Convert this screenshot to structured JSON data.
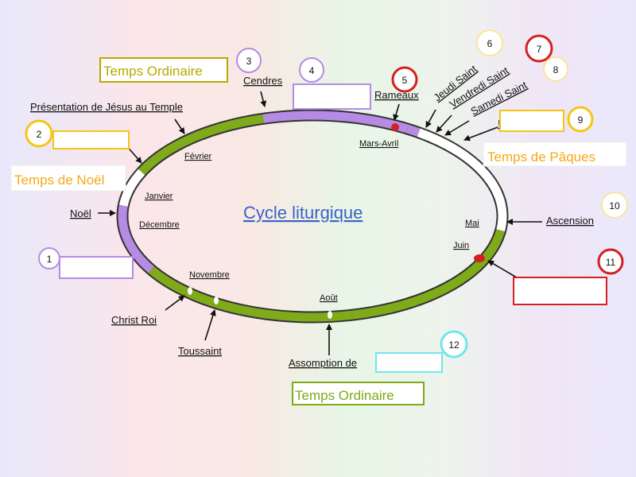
{
  "title": "Cycle liturgique",
  "seasons": {
    "ordinaire_top": "Temps Ordinaire",
    "noel": "Temps de Noël",
    "paques": "Temps de Pâques",
    "ordinaire_bottom": "Temps Ordinaire"
  },
  "months": {
    "fevrier": "Février",
    "janvier": "Janvier",
    "decembre": "Décembre",
    "novembre": "Novembre",
    "aout": "Août",
    "juin": "Juin",
    "mai": "Mai",
    "mars_avril": "Mars-Avril"
  },
  "feasts": {
    "presentation": "Présentation de Jésus au Temple",
    "cendres": "Cendres",
    "rameaux": "Rameaux",
    "jeudi_saint": "Jeudi Saint",
    "vendredi_saint": "Vendredi  Saint",
    "samedi_saint": "Samedi Saint",
    "noel": "Noël",
    "christ_roi": "Christ Roi",
    "toussaint": "Toussaint",
    "assomption": "Assomption de",
    "ascension": "Ascension",
    "paques_mark": "!"
  },
  "numbers": [
    "1",
    "2",
    "3",
    "4",
    "5",
    "6",
    "7",
    "8",
    "9",
    "10",
    "11",
    "12"
  ],
  "colors": {
    "green": "#7faa1a",
    "purple": "#b58be3",
    "red": "#d42020",
    "white": "#ffffff",
    "yellow": "#f5c518",
    "cyan": "#6ee6ee",
    "olive": "#b8a800"
  }
}
